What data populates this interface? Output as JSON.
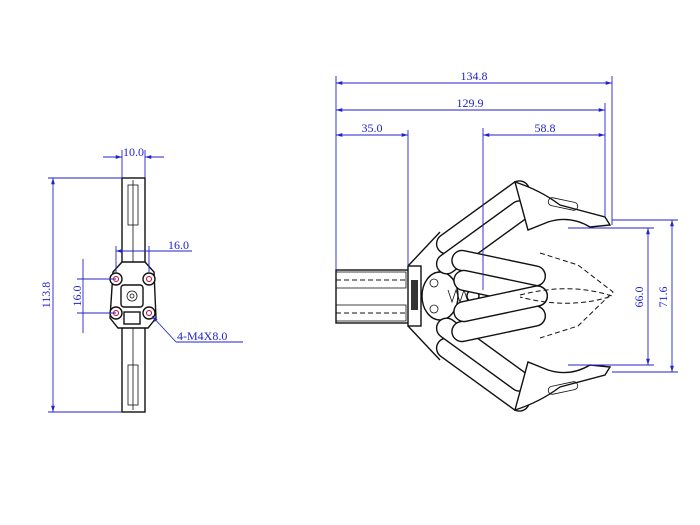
{
  "drawing": {
    "side_view": {
      "dim_width": "10.0",
      "dim_height": "113.8",
      "dim_hole_spacing_x": "16.0",
      "dim_hole_spacing_y": "16.0",
      "hole_callout": "4-M4X8.0"
    },
    "front_view": {
      "dim_overall_open": "134.8",
      "dim_overall": "129.9",
      "dim_base": "35.0",
      "dim_finger": "58.8",
      "dim_inner_opening": "66.0",
      "dim_outer_opening": "71.6"
    },
    "colors": {
      "dimension": "#2222cc",
      "outline": "#111111"
    }
  }
}
